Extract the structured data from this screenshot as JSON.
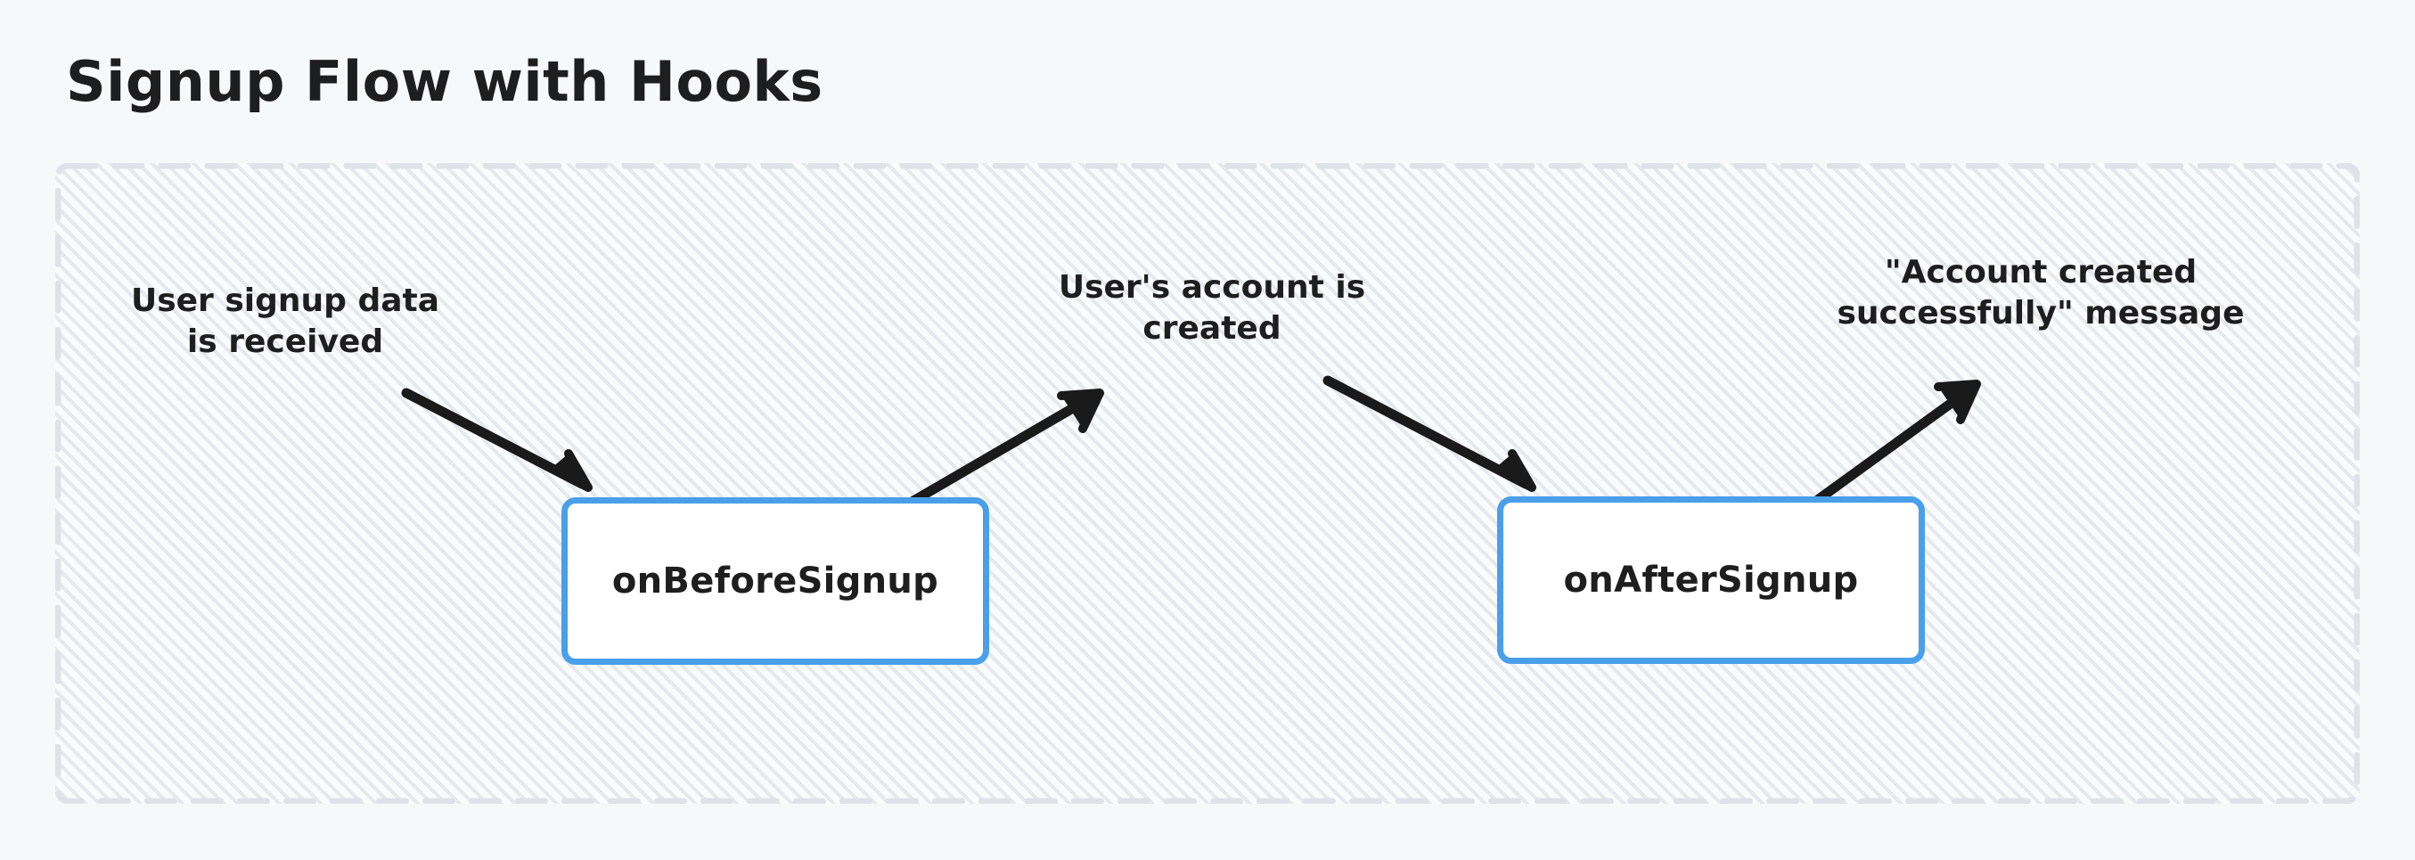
{
  "title": "Signup Flow with Hooks",
  "theme": {
    "page_background": "#f7f8fa",
    "container_background": "#fafbfc",
    "container_border": "#dfe3e8",
    "node_border": "#4a9fea",
    "node_fill": "#ffffff",
    "text": "#1e1e1e",
    "arrow": "#1a1a1a",
    "hatch": "#b7bec9"
  },
  "nodes": [
    {
      "id": "onBeforeSignup",
      "label": "onBeforeSignup"
    },
    {
      "id": "onAfterSignup",
      "label": "onAfterSignup"
    }
  ],
  "labels": {
    "signup_data_received": "User signup data\nis received",
    "account_created": "User's account is\ncreated",
    "success_message": "\"Account created\nsuccessfully\" message"
  },
  "arrows": [
    {
      "id": "arrow-input-to-onbeforesignup",
      "direction": "down-right",
      "from": "signup-data-received-label",
      "to": "onBeforeSignup"
    },
    {
      "id": "arrow-onbeforesignup-to-account-created",
      "direction": "up-right",
      "from": "onBeforeSignup",
      "to": "account-created-label"
    },
    {
      "id": "arrow-account-created-to-onaftersignup",
      "direction": "down-right",
      "from": "account-created-label",
      "to": "onAfterSignup"
    },
    {
      "id": "arrow-onaftersignup-to-success-message",
      "direction": "up-right",
      "from": "onAfterSignup",
      "to": "success-message-label"
    }
  ]
}
